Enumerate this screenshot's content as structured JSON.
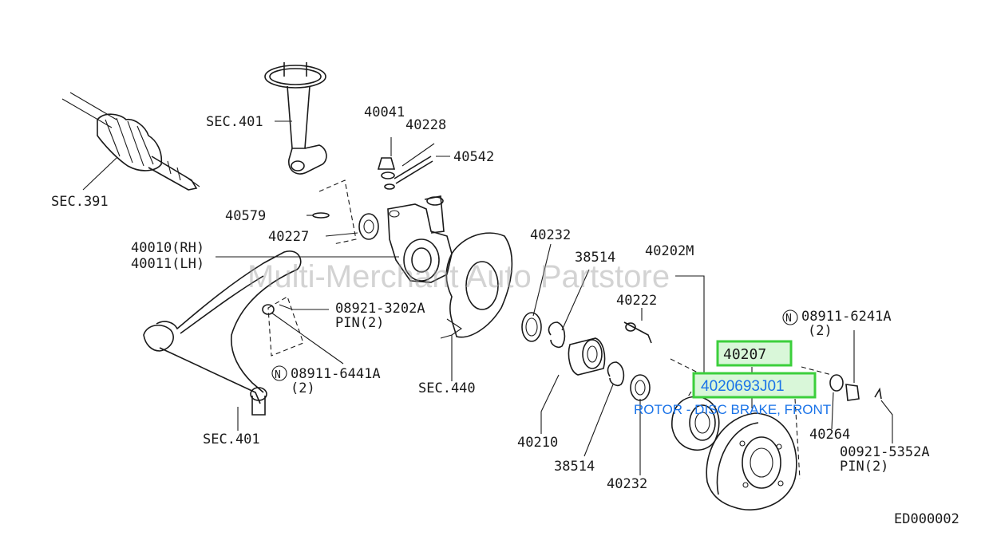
{
  "watermark": "Multi-Merchant Auto Partstore",
  "diagram_code": "ED000002",
  "labels": {
    "sec401_top": "SEC.401",
    "sec391": "SEC.391",
    "p40041": "40041",
    "p40228": "40228",
    "p40542": "40542",
    "p40579": "40579",
    "p40227": "40227",
    "p40010": "40010(RH)",
    "p40011": "40011(LH)",
    "p08921_3202a": "08921-3202A",
    "pin2_a": "PIN(2)",
    "p08911_6441a": "08911-6441A",
    "qty2_a": "(2)",
    "sec401_bottom": "SEC.401",
    "sec440": "SEC.440",
    "p40232_top": "40232",
    "p38514_top": "38514",
    "p40202m": "40202M",
    "p40222": "40222",
    "p40210": "40210",
    "p38514_bottom": "38514",
    "p40232_bottom": "40232",
    "p08911_6241a": "08911-6241A",
    "qty2_b": "(2)",
    "p40264": "40264",
    "p00921_5352a": "00921-5352A",
    "pin2_b": "PIN(2)",
    "circle_n": "N"
  },
  "highlight": {
    "ref": "40207",
    "part_number": "4020693J01",
    "description": "ROTOR - DISC BRAKE, FRONT",
    "accent_color": "#3ccf3c",
    "link_color": "#1a73e8"
  }
}
